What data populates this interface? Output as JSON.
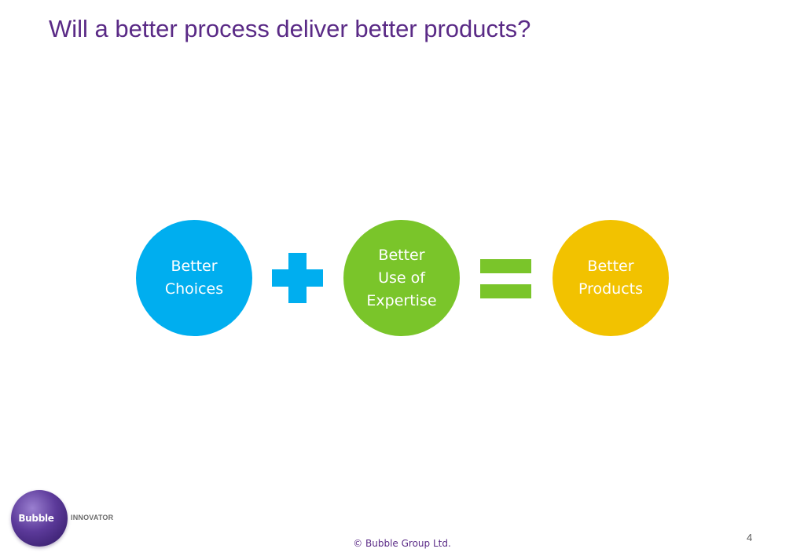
{
  "slide": {
    "title": "Will a better process deliver better products?",
    "page_number": "4",
    "copyright": "© Bubble Group Ltd."
  },
  "equation": {
    "choices": {
      "label": "Better\nChoices",
      "color": "#00aeef"
    },
    "expertise": {
      "label": "Better\nUse of\nExpertise",
      "color": "#7ac52a"
    },
    "products": {
      "label": "Better\nProducts",
      "color": "#f2c200"
    },
    "plus_color": "#00aeef",
    "equals_color": "#7ac52a"
  },
  "logo": {
    "bubble": "Bubble",
    "word": "INNOVATOR"
  }
}
